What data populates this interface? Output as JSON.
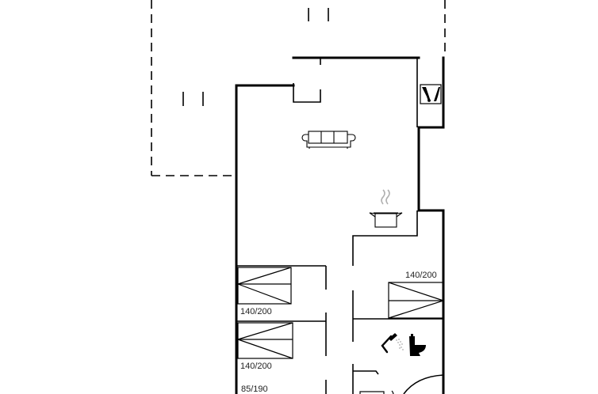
{
  "diagram": {
    "type": "floor-plan",
    "colors": {
      "wall": "#000000",
      "background": "#ffffff",
      "steam": "#b0b0b0",
      "label": "#222222"
    },
    "rooms": [
      {
        "id": "living-room",
        "icon": "sofa-icon"
      },
      {
        "id": "kitchen",
        "icon": "cooking-pot-icon"
      },
      {
        "id": "entrance",
        "icon": "boots-icon"
      },
      {
        "id": "bathroom",
        "icon": "shower-toilet-icon"
      },
      {
        "id": "terrace",
        "icon": "none"
      }
    ],
    "beds": [
      {
        "label": "140/200"
      },
      {
        "label": "140/200"
      },
      {
        "label": "140/200"
      },
      {
        "label": "85/190"
      }
    ]
  }
}
